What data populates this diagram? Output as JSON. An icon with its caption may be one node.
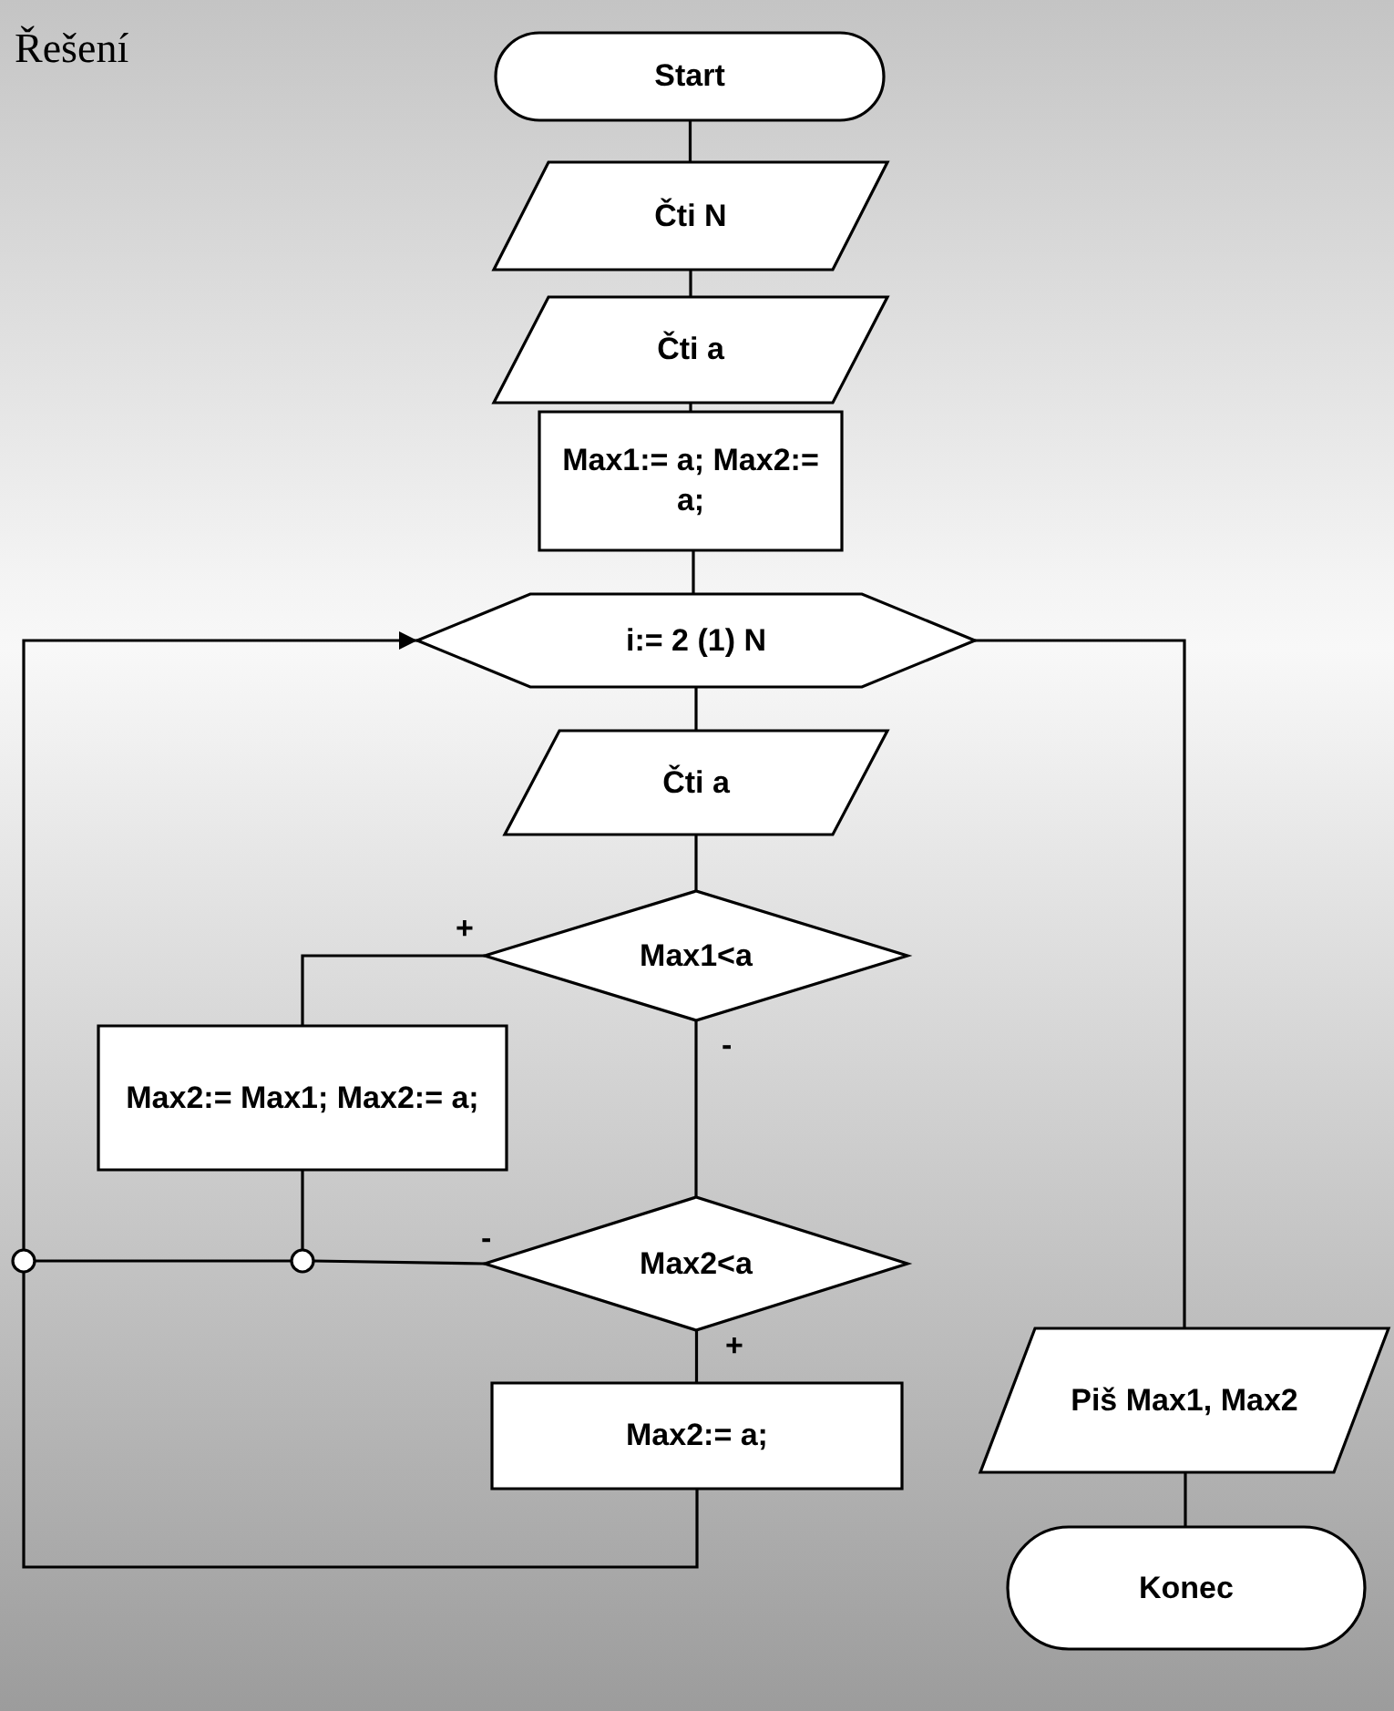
{
  "diagram": {
    "title": "Řešení",
    "nodes": [
      {
        "text": [
          "Start"
        ]
      },
      {
        "text": [
          "Čti N"
        ]
      },
      {
        "text": [
          "Čti a"
        ]
      },
      {
        "text": [
          "Max1:= a; Max2:= a;"
        ]
      },
      {
        "text": [
          "i:= 2 (1) N"
        ]
      },
      {
        "text": [
          "Čti a"
        ]
      },
      {
        "text": [
          "Max1<a"
        ]
      },
      {
        "text": [
          "Max2:= Max1; Max2:= a;"
        ]
      },
      {
        "text": [
          "Max2<a"
        ]
      },
      {
        "text": [
          "Max2:= a;"
        ]
      },
      {
        "text": [
          "Piš Max1, Max2"
        ]
      },
      {
        "text": [
          "Konec"
        ]
      },
      {
        "text": [],
        "shape": "circle"
      },
      {
        "text": [],
        "shape": "circle"
      }
    ],
    "edges": [
      {
        "from": 0,
        "to": 1,
        "arrow": "none"
      },
      {
        "from": 1,
        "to": 2,
        "arrow": "none"
      },
      {
        "from": 2,
        "to": 3,
        "arrow": "none"
      },
      {
        "from": 3,
        "to": 4,
        "arrow": "none"
      },
      {
        "from": 4,
        "to": 5,
        "arrow": "none"
      },
      {
        "from": 5,
        "to": 6,
        "arrow": "none"
      },
      {
        "from": 6,
        "to": 7,
        "arrow": "none",
        "label": "+"
      },
      {
        "from": 6,
        "to": 8,
        "arrow": "none",
        "label": "-"
      },
      {
        "from": 7,
        "to": 13,
        "arrow": "none"
      },
      {
        "from": 8,
        "to": 13,
        "arrow": "none",
        "label": "-"
      },
      {
        "from": 13,
        "to": 12,
        "arrow": "none"
      },
      {
        "from": 8,
        "to": 9,
        "arrow": "none",
        "label": "+"
      },
      {
        "from": 9,
        "to": 12,
        "arrow": "none"
      },
      {
        "from": 12,
        "to": 4,
        "arrow": "to"
      },
      {
        "from": 4,
        "to": 10,
        "arrow": "none"
      },
      {
        "from": 10,
        "to": 11,
        "arrow": "none"
      }
    ]
  }
}
